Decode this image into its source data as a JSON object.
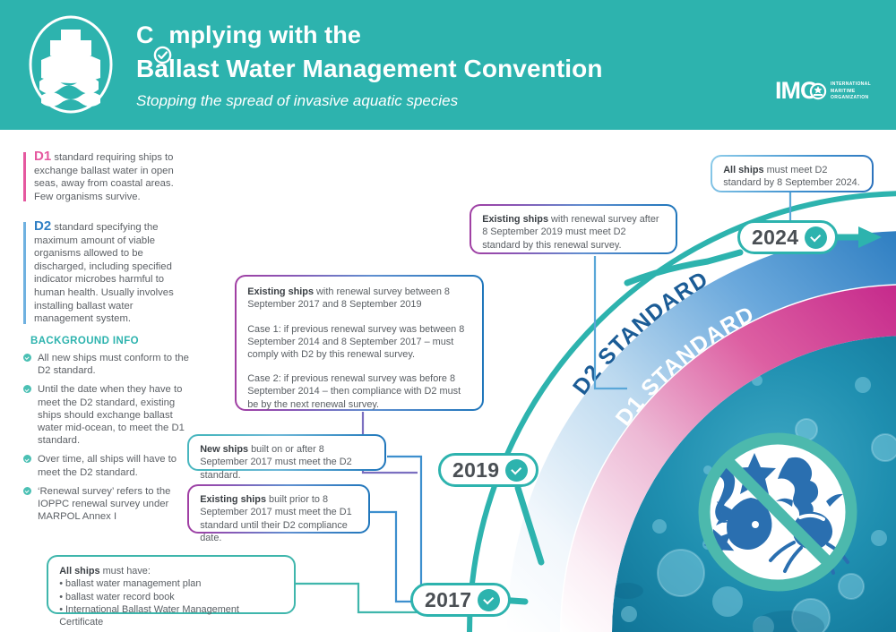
{
  "header": {
    "title_line1": "C◎omplying with the",
    "title_line1_pre": "C",
    "title_line1_post": "mplying with the",
    "title_line2": "Ballast Water Management Convention",
    "subtitle": "Stopping the spread of invasive aquatic species",
    "logo_word": "IMO",
    "logo_sub_l1": "INTERNATIONAL",
    "logo_sub_l2": "MARITIME",
    "logo_sub_l3": "ORGANIZATION",
    "ship_icon": "ship-icon",
    "bg_color": "#2db3ae"
  },
  "definitions": [
    {
      "key": "D1",
      "key_color": "#e5589f",
      "text": " standard requiring ships to exchange ballast water in open seas, away from coastal areas. Few organisms survive."
    },
    {
      "key": "D2",
      "key_color": "#2f7fc4",
      "text": " standard specifying the maximum amount of viable organisms allowed to be discharged, including specified indicator microbes harmful to human health. Usually involves installing ballast water management system."
    }
  ],
  "background_info": {
    "heading": "BACKGROUND INFO",
    "items": [
      "All new ships must conform to the D2 standard.",
      "Until the date when they have to meet the D2 standard, existing ships should exchange ballast water mid-ocean, to meet the D1 standard.",
      "Over time, all ships will have to meet the D2 standard.",
      "‘Renewal survey’ refers to the IOPPC renewal survey under MARPOL Annex I"
    ]
  },
  "callouts": {
    "all_ships_2024": {
      "bold": "All ships",
      "text": " must meet D2 standard by 8 September 2024."
    },
    "existing_after_2019": {
      "bold": "Existing ships",
      "text": " with renewal survey after 8 September 2019 must meet D2 standard by this renewal survey."
    },
    "existing_between": {
      "bold": "Existing ships",
      "line1": " with renewal survey between 8 September 2017 and 8 September 2019",
      "case1": "Case 1: if previous renewal survey was between 8 September 2014 and 8 September 2017 – must comply with D2 by this renewal survey.",
      "case2": "Case 2: if previous renewal survey was before 8 September 2014 – then compliance with D2 must be by the next renewal survey."
    },
    "new_ships": {
      "bold": "New ships",
      "text": " built on or after 8 September 2017 must meet the D2 standard."
    },
    "existing_prior": {
      "bold": "Existing ships",
      "text": " built prior to 8 September 2017 must meet the D1 standard until their D2 compliance date."
    },
    "all_ships_must_have": {
      "bold": "All ships",
      "text": " must have:",
      "items": [
        "• ballast water management plan",
        "• ballast water record book",
        "• International Ballast Water Management Certificate"
      ]
    }
  },
  "timeline": {
    "years": [
      {
        "year": "2017",
        "check": "check-icon"
      },
      {
        "year": "2019",
        "check": "check-icon"
      },
      {
        "year": "2024",
        "check": "check-icon"
      }
    ],
    "arrow": "arrow-right-icon"
  },
  "arcs": {
    "d2_label": "D2 STANDARD",
    "d2_text_color": "#1b5c96",
    "d1_label": "D1 STANDARD",
    "d1_text_color": "#ffffff",
    "timeline_color": "#2db3ae"
  },
  "prohibition_sign": {
    "name": "no-invasive-species-icon",
    "ring_color": "#4cb9ad",
    "creatures": [
      "starfish",
      "seahorse",
      "fish",
      "crab",
      "starfish-small"
    ]
  }
}
